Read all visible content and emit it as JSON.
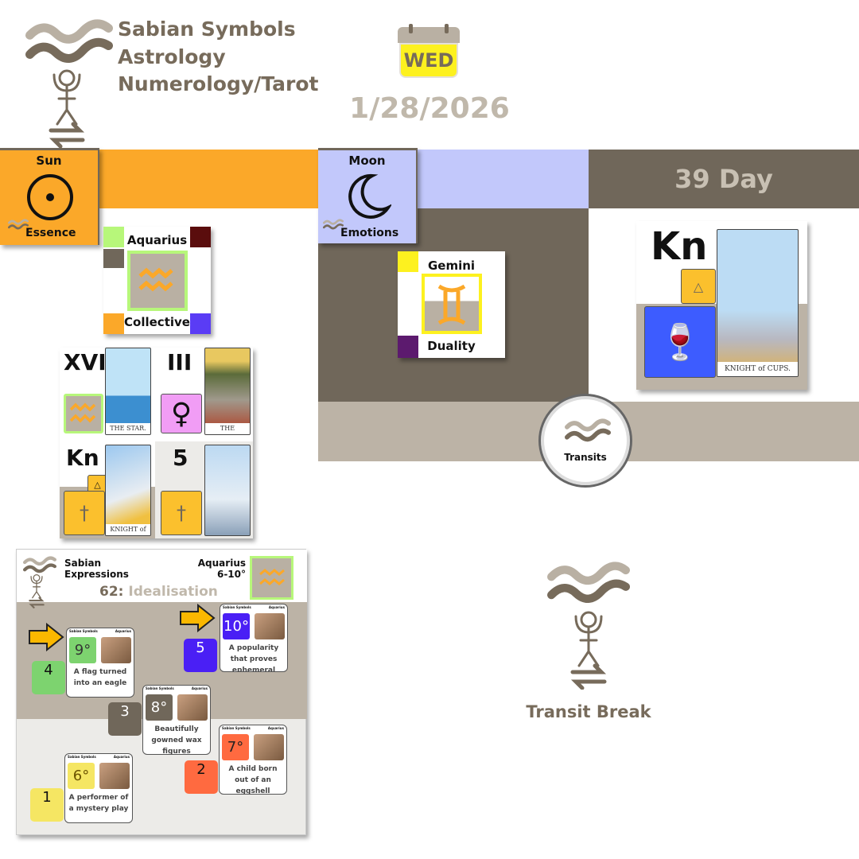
{
  "header": {
    "title_lines": [
      "Sabian Symbols",
      "Astrology",
      "Numerology/Tarot"
    ],
    "weekday": "WED",
    "date": "1/28/2026"
  },
  "sun": {
    "label": "Sun",
    "caption": "Essence"
  },
  "moon": {
    "label": "Moon",
    "caption": "Emotions"
  },
  "day_count": "39 Day",
  "sun_sign": {
    "name": "Aquarius",
    "caption": "Collective"
  },
  "moon_sign": {
    "name": "Gemini",
    "caption": "Duality"
  },
  "tarot_grid": [
    {
      "rank": "XVII",
      "card": "THE STAR."
    },
    {
      "rank": "III",
      "card": "THE EMPRESS."
    },
    {
      "rank": "Kn",
      "card": "KNIGHT of SWORDS."
    },
    {
      "rank": "5",
      "card": ""
    }
  ],
  "moon_tarot": {
    "rank": "Kn",
    "card": "KNIGHT of CUPS."
  },
  "transits": {
    "label": "Transits"
  },
  "sabian": {
    "title_lines": [
      "Sabian",
      "Expressions"
    ],
    "sign": "Aquarius",
    "range": "6-10°",
    "number": "62:",
    "theme": "Idealisation",
    "mini_header": {
      "brand": "Sabian Symbols",
      "sign": "Aquarius"
    },
    "cards": [
      {
        "degree": "9°",
        "text": "A flag turned into an eagle",
        "num": "4"
      },
      {
        "degree": "10°",
        "text": "A popularity that proves ephemeral",
        "num": "5"
      },
      {
        "degree": "8°",
        "text": "Beautifully gowned wax figures",
        "num": "3"
      },
      {
        "degree": "7°",
        "text": "A child born out of an eggshell",
        "num": "2"
      },
      {
        "degree": "6°",
        "text": "A performer of a mystery play",
        "num": "1"
      }
    ]
  },
  "transit_break": {
    "label": "Transit Break"
  },
  "colors": {
    "orange": "#fba829",
    "lavender": "#c2c8fb",
    "brown": "#70675a",
    "taupe": "#bcb3a6",
    "text": "#776b5b"
  }
}
